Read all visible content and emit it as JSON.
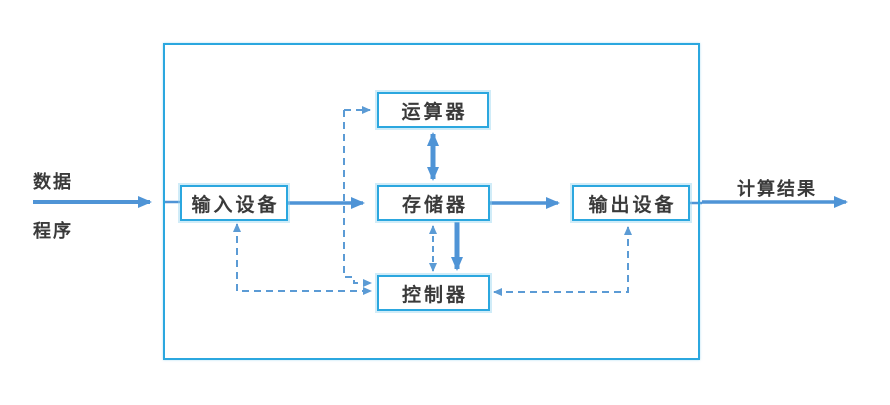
{
  "diagram": {
    "type": "flow-diagram",
    "external_labels": {
      "data": "数据",
      "program": "程序",
      "result": "计算结果"
    },
    "nodes": [
      {
        "id": "input-device",
        "label": "输入设备"
      },
      {
        "id": "arithmetic-unit",
        "label": "运算器"
      },
      {
        "id": "memory",
        "label": "存储器"
      },
      {
        "id": "control-unit",
        "label": "控制器"
      },
      {
        "id": "output-device",
        "label": "输出设备"
      }
    ],
    "edges": [
      {
        "from": "数据/程序(外部)",
        "to": "输入设备",
        "style": "solid",
        "arrows": "end"
      },
      {
        "from": "输入设备",
        "to": "存储器",
        "style": "solid",
        "arrows": "end"
      },
      {
        "from": "存储器",
        "to": "输出设备",
        "style": "solid",
        "arrows": "end"
      },
      {
        "from": "存储器",
        "to": "运算器",
        "style": "solid",
        "arrows": "both"
      },
      {
        "from": "存储器",
        "to": "控制器",
        "style": "solid",
        "arrows": "end"
      },
      {
        "from": "输出设备",
        "to": "计算结果(外部)",
        "style": "solid",
        "arrows": "end"
      },
      {
        "from": "控制器",
        "to": "运算器",
        "style": "dashed",
        "arrows": "both"
      },
      {
        "from": "控制器",
        "to": "输入设备",
        "style": "dashed",
        "arrows": "both"
      },
      {
        "from": "控制器",
        "to": "存储器",
        "style": "dashed",
        "arrows": "both"
      },
      {
        "from": "控制器",
        "to": "输出设备",
        "style": "dashed",
        "arrows": "both"
      }
    ],
    "colors": {
      "box_border": "#2ba7df",
      "solid_arrow": "#4f94d6",
      "dashed_arrow": "#5b9bd5",
      "text": "#3a3a3a",
      "background": "#ffffff"
    }
  }
}
